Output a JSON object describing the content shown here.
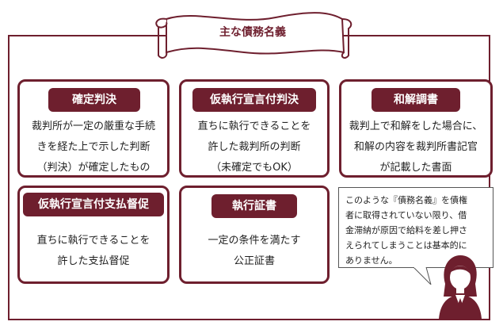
{
  "title": "主な債務名義",
  "cards": [
    {
      "label": "確定判決",
      "lines": [
        "裁判所が一定の厳重な手続",
        "きを経た上で示した判断",
        "（判決）が確定したもの"
      ]
    },
    {
      "label": "仮執行宣言付判決",
      "lines": [
        "直ちに執行できることを",
        "許した裁判所の判断",
        "（未確定でもOK）"
      ]
    },
    {
      "label": "和解調書",
      "lines": [
        "裁判上で和解をした場合に、",
        "和解の内容を裁判所書記官",
        "が記載した書面"
      ]
    },
    {
      "label": "仮執行宣言付支払督促",
      "lines": [
        "直ちに執行できることを",
        "許した支払督促"
      ]
    },
    {
      "label": "執行証書",
      "lines": [
        "一定の条件を満たす",
        "公正証書"
      ]
    }
  ],
  "note": {
    "lines": [
      "このような『債務名義』を債権",
      "者に取得されていない限り、借",
      "金滞納が原因で給料を差し押さ",
      "えられてしまうことは基本的に",
      "ありません。"
    ]
  },
  "colors": {
    "accent": "#6e1f2e",
    "scroll_fill": "#ffffff"
  },
  "icons": {
    "scroll": "scroll-banner-icon",
    "person": "woman-avatar-icon"
  }
}
